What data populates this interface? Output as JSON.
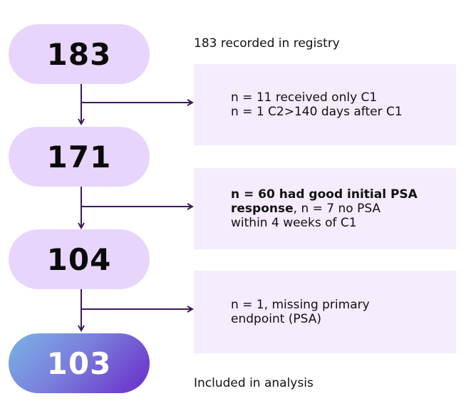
{
  "diagram": {
    "stages": [
      {
        "value": "183"
      },
      {
        "value": "171"
      },
      {
        "value": "104"
      },
      {
        "value": "103"
      }
    ],
    "notes": {
      "top": "183 recorded in registry",
      "bottom": "Included in analysis"
    },
    "exclusions": [
      {
        "lines": [
          "n = 11 received only C1",
          "n = 1 C2>140 days after C1"
        ]
      },
      {
        "bold_part": "n = 60 had good initial PSA",
        "bold_part_2": "response",
        "rest_line2": ", n = 7 no PSA",
        "line3": "within 4 weeks of C1"
      },
      {
        "lines": [
          "n = 1, missing primary",
          "endpoint (PSA)"
        ]
      }
    ],
    "colors": {
      "pill": "#e7d5fb",
      "box": "#f5ecfd",
      "arrow": "#3b1a5a",
      "final_gradient": [
        "#7ab3e6",
        "#6a2bc8"
      ]
    }
  }
}
